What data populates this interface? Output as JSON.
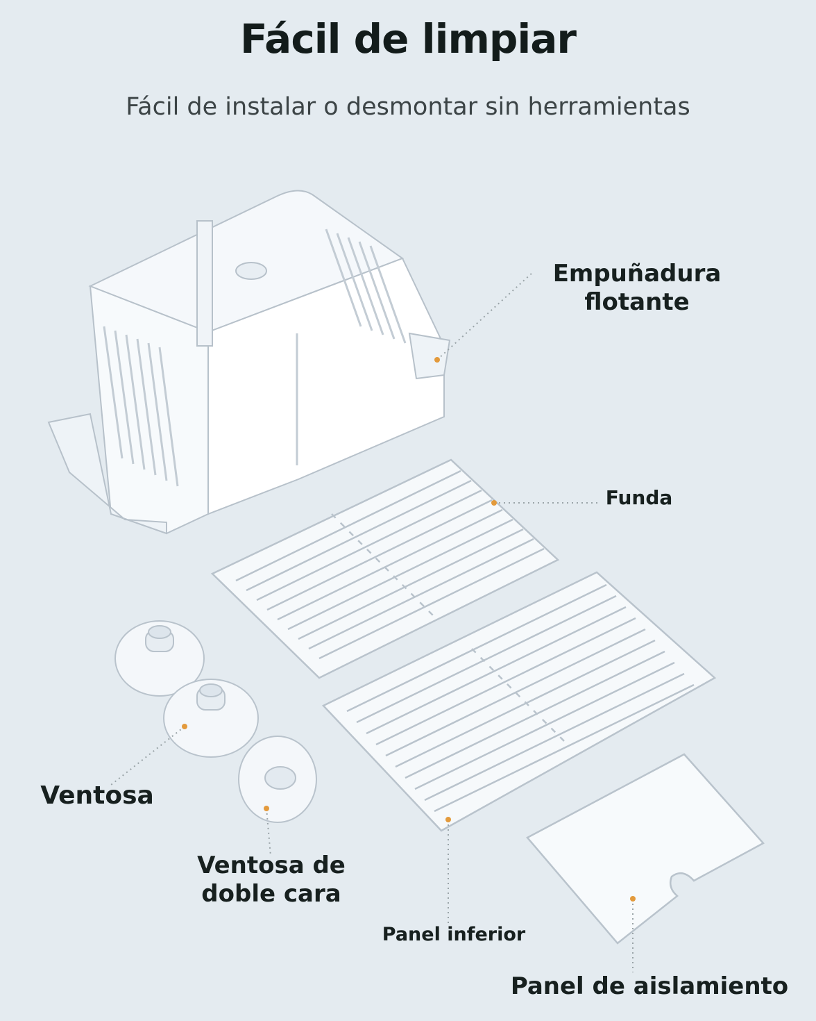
{
  "header": {
    "title": "Fácil de limpiar",
    "subtitle": "Fácil de instalar o desmontar sin herramientas"
  },
  "labels": {
    "floating_handle": "Empuñadura flotante",
    "cover": "Funda",
    "suction_cup": "Ventosa",
    "double_suction_cup": "Ventosa de doble cara",
    "bottom_panel": "Panel inferior",
    "isolation_panel": "Panel de aislamiento"
  },
  "colors": {
    "background": "#e4ebf0",
    "marker_dot": "#e39a3c",
    "leader_line": "#9aa4a8",
    "text": "#141e1c",
    "plastic_edge": "#b9c3cc"
  }
}
